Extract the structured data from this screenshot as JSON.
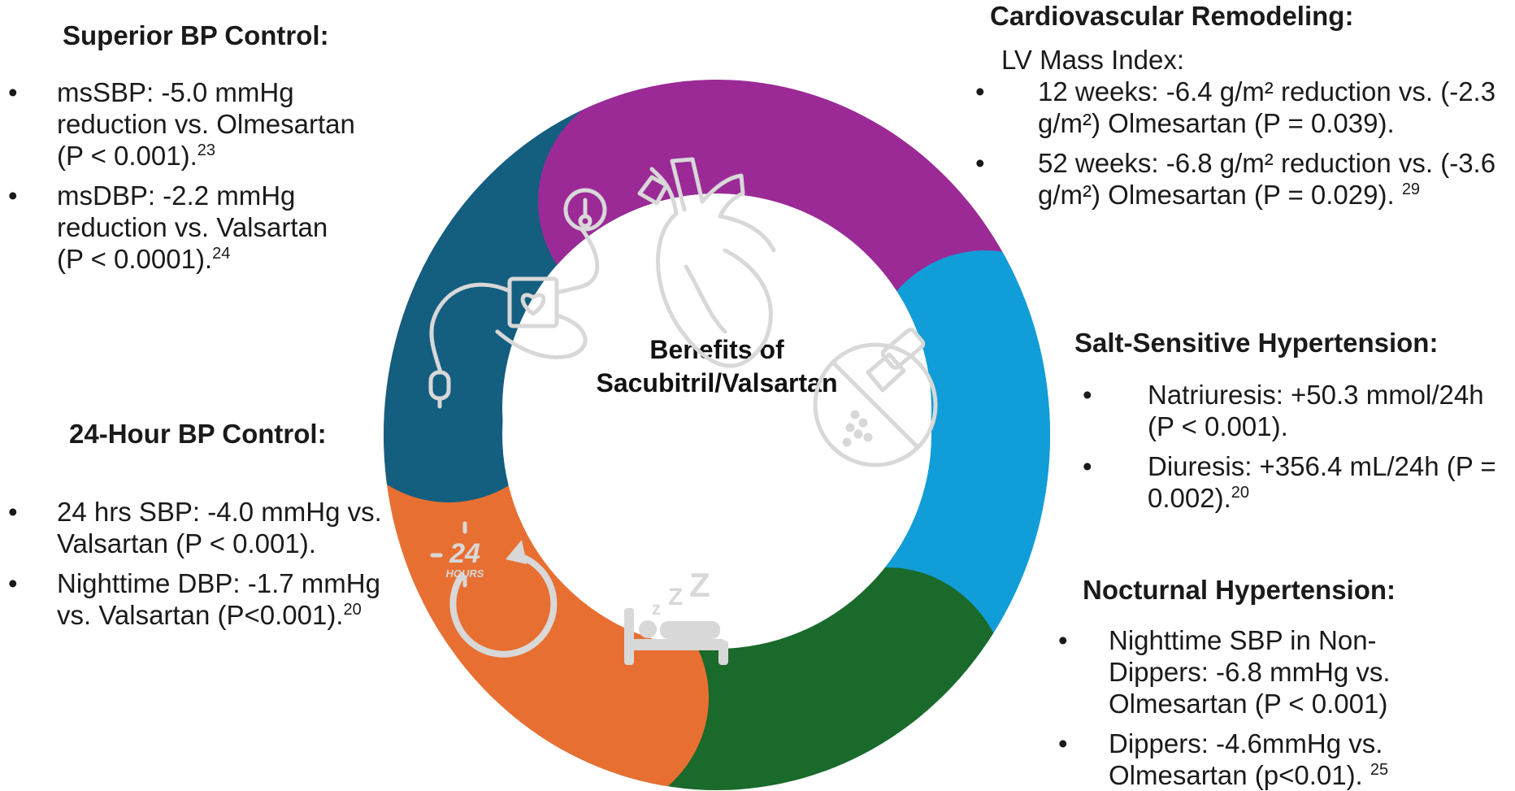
{
  "center": {
    "line1": "Benefits of",
    "line2": "Sacubitril/Valsartan"
  },
  "colors": {
    "teal_blue": "#145e80",
    "purple": "#9b2a96",
    "sky_blue": "#119dd8",
    "green": "#1a6a2b",
    "orange": "#e86f32",
    "icon_stroke": "#d8d8d8"
  },
  "icons": [
    "blood-pressure-monitor-icon",
    "heart-icon",
    "no-salt-icon",
    "sleeping-in-bed-icon",
    "24-hours-clock-icon"
  ],
  "sections": {
    "superior_bp": {
      "title": "Superior BP Control:",
      "items": [
        {
          "text": "msSBP: -5.0 mmHg reduction vs. Olmesartan (P < 0.001).",
          "ref": "23"
        },
        {
          "text": "msDBP: -2.2 mmHg reduction vs. Valsartan (P < 0.0001).",
          "ref": "24"
        }
      ]
    },
    "cv_remodeling": {
      "title": "Cardiovascular Remodeling:",
      "subtitle": "LV Mass Index:",
      "items": [
        {
          "text": "12 weeks: -6.4 g/m² reduction vs. (-2.3 g/m²) Olmesartan (P = 0.039).",
          "ref": ""
        },
        {
          "text": "52 weeks: -6.8 g/m² reduction vs. (-3.6 g/m²) Olmesartan (P = 0.029).",
          "ref": "29"
        }
      ]
    },
    "salt_sensitive": {
      "title": "Salt-Sensitive Hypertension:",
      "items": [
        {
          "text": "Natriuresis: +50.3 mmol/24h (P < 0.001).",
          "ref": ""
        },
        {
          "text": "Diuresis: +356.4 mL/24h (P = 0.002).",
          "ref": "20"
        }
      ]
    },
    "bp_24h": {
      "title": "24-Hour BP Control:",
      "items": [
        {
          "text": "24 hrs SBP: -4.0 mmHg vs. Valsartan (P < 0.001).",
          "ref": ""
        },
        {
          "text": "Nighttime DBP: -1.7 mmHg vs. Valsartan (P<0.001).",
          "ref": "20"
        }
      ]
    },
    "nocturnal": {
      "title": "Nocturnal Hypertension:",
      "items": [
        {
          "text": "Nighttime SBP in Non-Dippers: -6.8 mmHg vs. Olmesartan (P < 0.001)",
          "ref": ""
        },
        {
          "text": "Dippers: -4.6mmHg vs. Olmesartan (p<0.01).",
          "ref": "25"
        }
      ]
    }
  },
  "clock_label": {
    "number": "24",
    "word": "HOURS"
  }
}
